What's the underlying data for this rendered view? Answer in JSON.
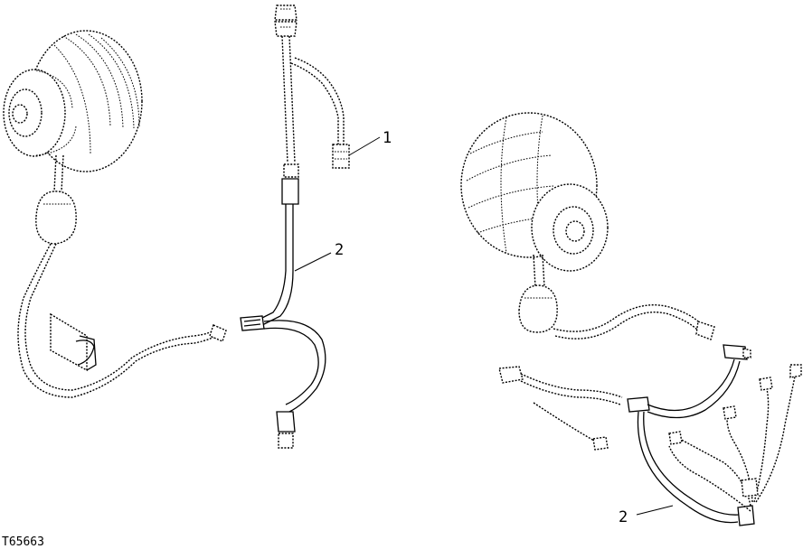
{
  "callouts": {
    "item_1": "1",
    "item_2_center": "2",
    "item_2_right": "2"
  },
  "figure_id": "T65663",
  "colors": {
    "line": "#000000",
    "background": "#ffffff"
  }
}
